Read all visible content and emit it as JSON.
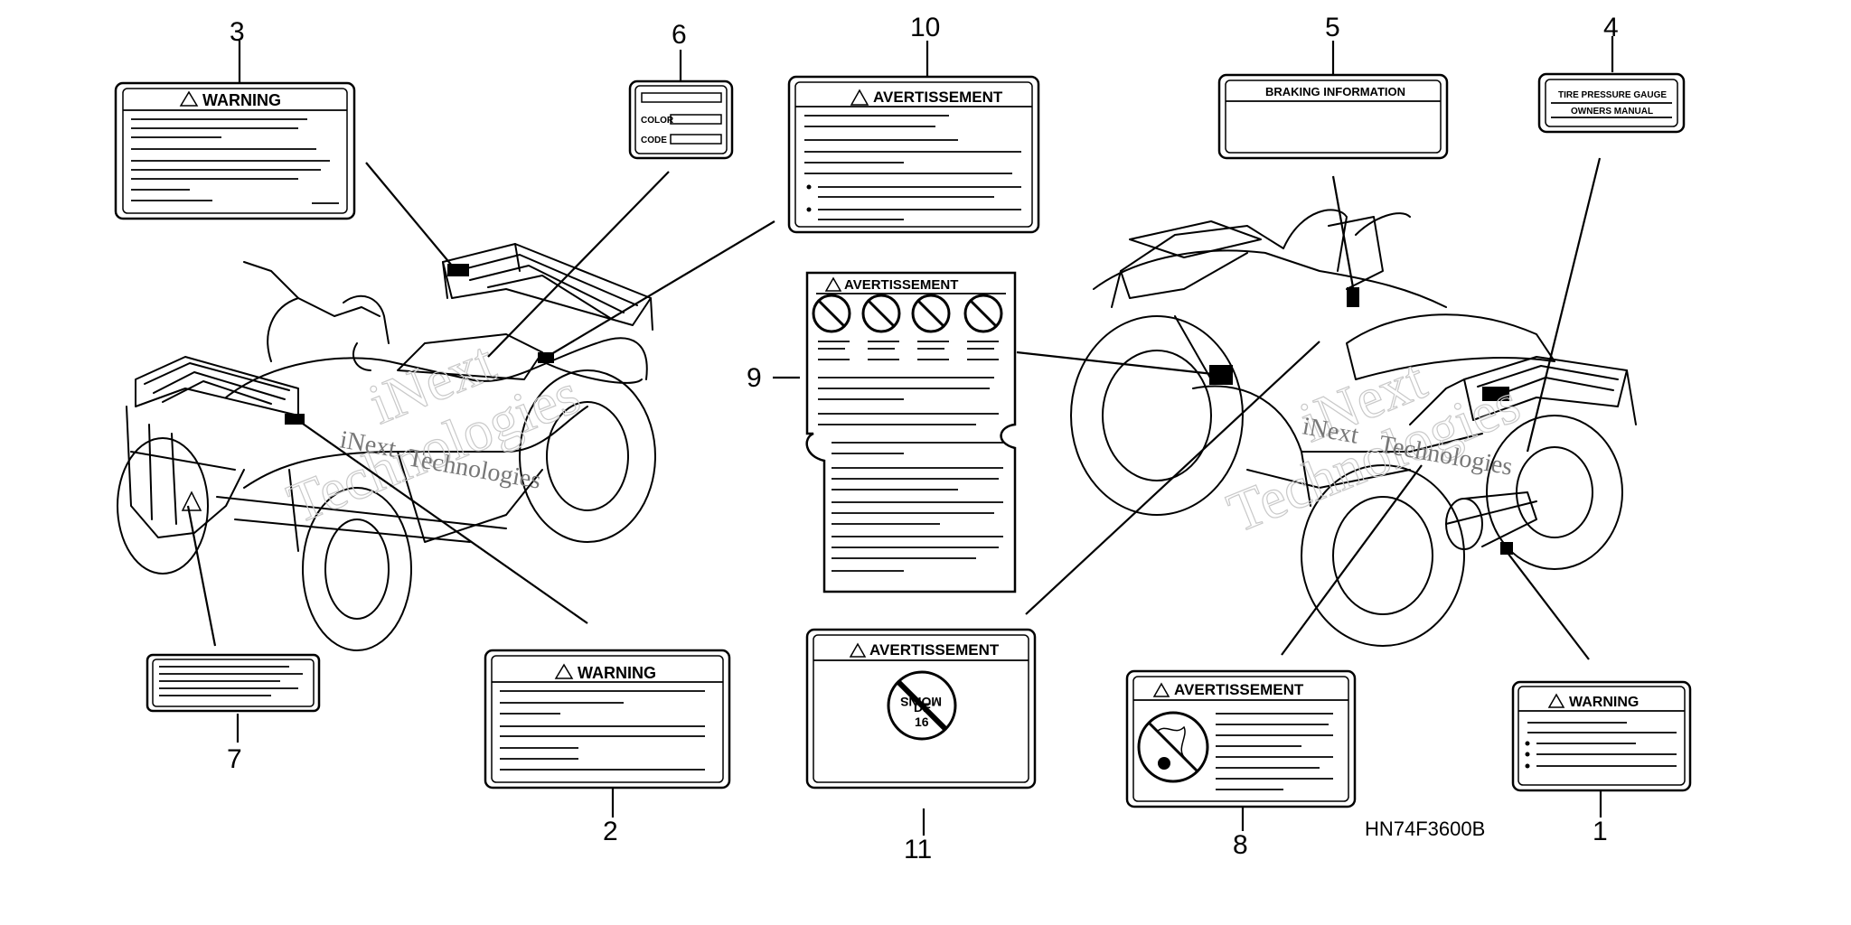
{
  "diagram": {
    "part_code": "HN74F3600B",
    "watermark_line1": "iNext",
    "watermark_line2": "Technologies"
  },
  "callouts": [
    "1",
    "2",
    "3",
    "4",
    "5",
    "6",
    "7",
    "8",
    "9",
    "10",
    "11"
  ],
  "labels": {
    "warning": "WARNING",
    "avertissement": "AVERTISSEMENT",
    "braking_information": "BRAKING INFORMATION",
    "tire_pressure_gauge": "TIRE PRESSURE GAUGE",
    "owners_manual": "OWNERS MANUAL",
    "color": "COLOR",
    "code": "CODE",
    "age_moins": "MOINS",
    "age_de": "DE",
    "age_16": "16"
  }
}
